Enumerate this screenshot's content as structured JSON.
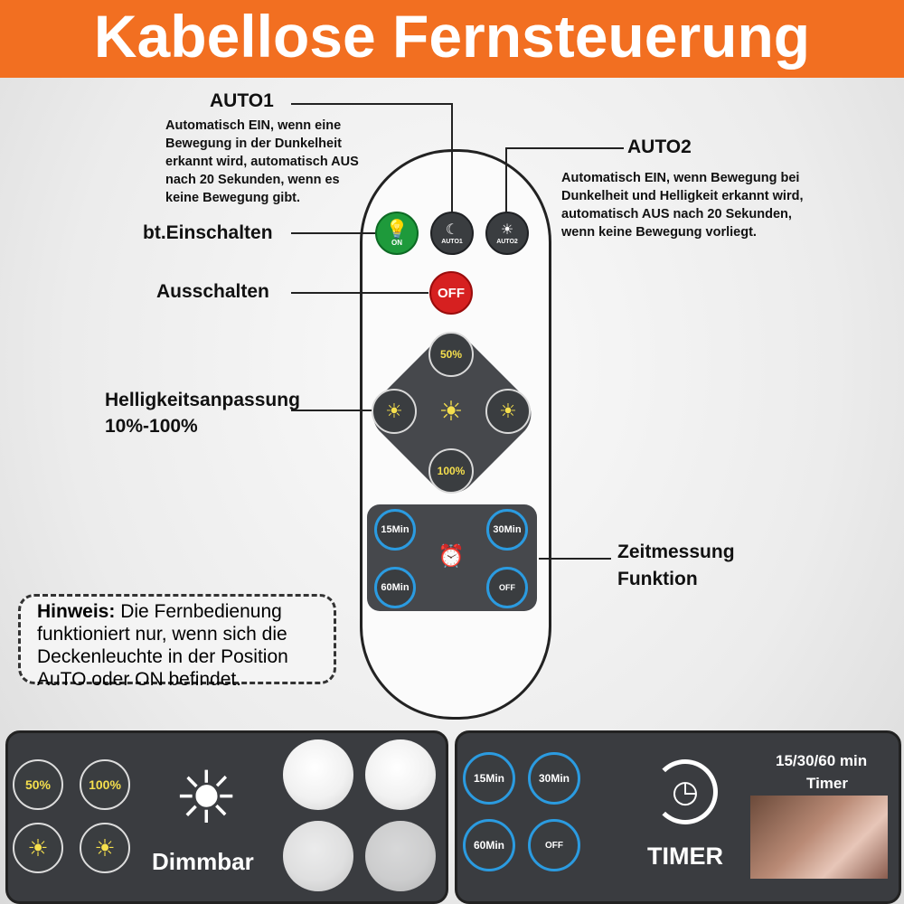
{
  "banner": {
    "title": "Kabellose Fernsteuerung"
  },
  "callouts": {
    "auto1_title": "AUTO1",
    "auto1_text": "Automatisch EIN, wenn eine Bewegung in der Dunkelheit erkannt wird, automatisch AUS nach 20 Sekunden, wenn es keine Bewegung gibt.",
    "auto2_title": "AUTO2",
    "auto2_text": "Automatisch EIN, wenn Bewegung bei Dunkelheit und Helligkeit erkannt wird, automatisch AUS nach 20 Sekunden, wenn keine Bewegung vorliegt.",
    "on_label": "bt.Einschalten",
    "off_label": "Ausschalten",
    "brightness_label": "Helligkeitsanpassung 10%-100%",
    "timer_label": "Zeitmessung Funktion"
  },
  "remote": {
    "on_text": "ON",
    "auto1_text": "AUTO1",
    "auto2_text": "AUTO2",
    "off_text": "OFF",
    "b50": "50%",
    "b100": "100%",
    "t15": "15Min",
    "t30": "30Min",
    "t60": "60Min",
    "toff": "OFF"
  },
  "hint": {
    "bold": "Hinweis:",
    "text": " Die Fernbedienung funktioniert nur, wenn sich die Deckenleuchte in der Position AuTO oder ON befindet."
  },
  "bottom_left": {
    "b50": "50%",
    "b100": "100%",
    "label": "Dimmbar"
  },
  "bottom_right": {
    "t15": "15Min",
    "t30": "30Min",
    "t60": "60Min",
    "toff": "OFF",
    "timer": "TIMER",
    "caption1": "15/30/60 min",
    "caption2": "Timer"
  },
  "colors": {
    "banner": "#f26f21",
    "on_button": "#1e9a3b",
    "off_button": "#d62020",
    "panel": "#46484c",
    "accent_blue": "#2b9be0"
  }
}
